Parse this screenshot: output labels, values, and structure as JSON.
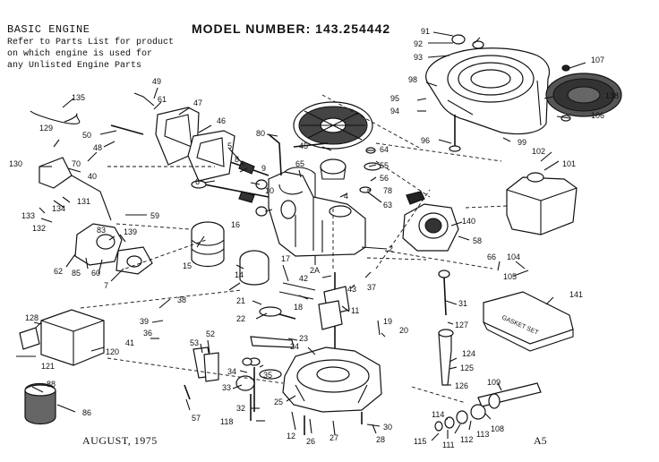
{
  "header": {
    "title": "BASIC ENGINE",
    "lines": [
      "Refer to Parts List for product",
      "on which engine is used for",
      "any Unlisted Engine Parts"
    ],
    "model": "MODEL NUMBER: 143.254442"
  },
  "footer": {
    "date": "AUGUST, 1975",
    "sheet": "A5"
  },
  "kit_label": "GASKET SET",
  "callouts": [
    "2",
    "2A",
    "4",
    "5",
    "6",
    "7",
    "8",
    "9",
    "10",
    "11",
    "12",
    "14",
    "15",
    "16",
    "17",
    "18",
    "19",
    "20",
    "21",
    "22",
    "23",
    "24",
    "25",
    "26",
    "27",
    "28",
    "30",
    "31",
    "32",
    "33",
    "34",
    "35",
    "36",
    "37",
    "38",
    "39",
    "40",
    "41",
    "42",
    "43",
    "45",
    "46",
    "47",
    "48",
    "49",
    "50",
    "52",
    "53",
    "55",
    "56",
    "57",
    "58",
    "59",
    "60",
    "61",
    "62",
    "63",
    "64",
    "65",
    "66",
    "70",
    "78",
    "80",
    "83",
    "85",
    "86",
    "88",
    "91",
    "92",
    "93",
    "94",
    "95",
    "96",
    "98",
    "99",
    "101",
    "102",
    "104",
    "105",
    "106",
    "107",
    "108",
    "109",
    "111",
    "112",
    "113",
    "114",
    "115",
    "118",
    "120",
    "121",
    "124",
    "125",
    "126",
    "127",
    "128",
    "129",
    "130",
    "131",
    "132",
    "133",
    "134",
    "135",
    "138",
    "139",
    "140",
    "141"
  ]
}
